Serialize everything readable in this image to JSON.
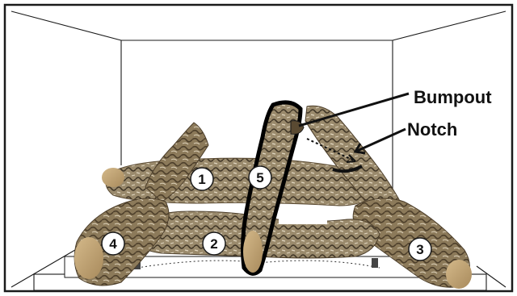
{
  "callouts": {
    "bumpout": "Bumpout",
    "notch": "Notch"
  },
  "log_numbers": [
    "1",
    "2",
    "3",
    "4",
    "5"
  ],
  "colors": {
    "frame": "#1a1a1a",
    "log_light": "#b59a6a",
    "log_mid": "#8c7450",
    "log_dark": "#4d3f2b",
    "log_bark": "#6f6552",
    "highlight_outline": "#000000"
  },
  "icons": [
    "arrow-icon",
    "dotted-arrow-icon",
    "curved-arrow-icon"
  ]
}
